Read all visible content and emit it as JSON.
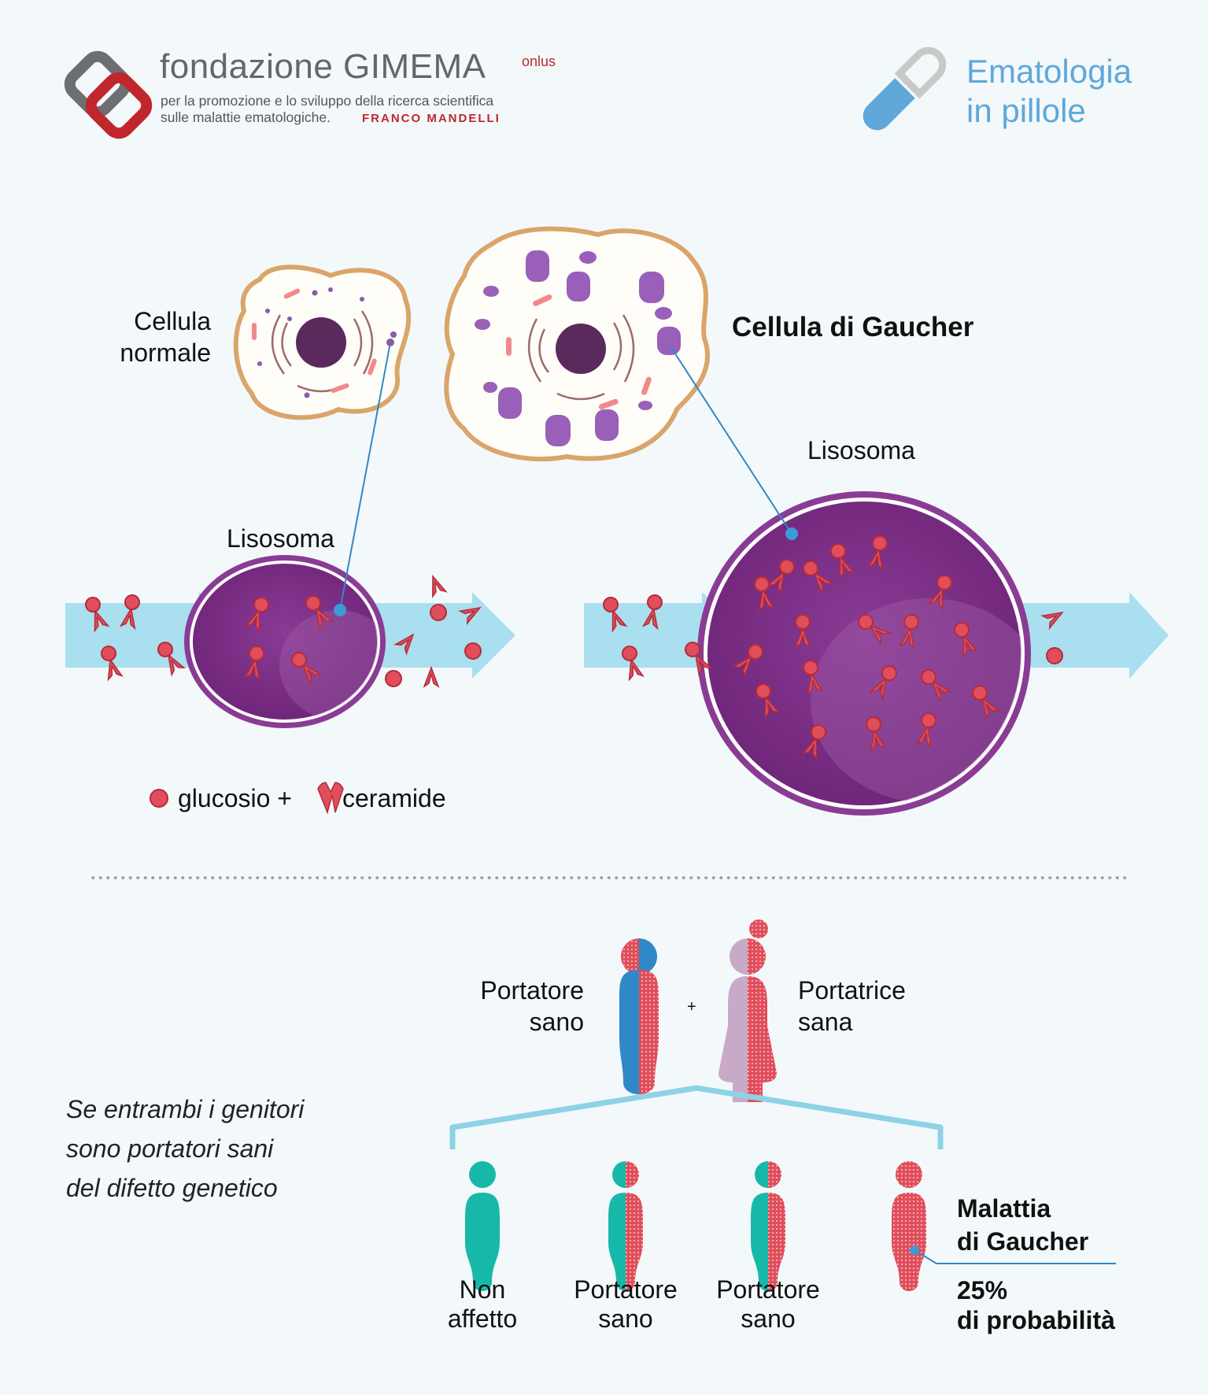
{
  "header": {
    "org_name": "fondazione GIMEMA",
    "org_suffix": "onlus",
    "tagline_line1": "per la promozione e lo sviluppo della ricerca scientifica",
    "tagline_line2": "sulle malattie ematologiche.",
    "tagline_name": "FRANCO MANDELLI",
    "series_line1": "Ematologia",
    "series_line2": "in pillole"
  },
  "cells": {
    "normal_line1": "Cellula",
    "normal_line2": "normale",
    "gaucher": "Cellula di Gaucher",
    "lysosome_small": "Lisosoma",
    "lysosome_large": "Lisosoma"
  },
  "legend": {
    "glucose": "glucosio +",
    "ceramide": "ceramide"
  },
  "inheritance": {
    "father_line1": "Portatore",
    "father_line2": "sano",
    "plus": "+",
    "mother_line1": "Portatrice",
    "mother_line2": "sana",
    "note_line1": "Se entrambi i genitori",
    "note_line2": "sono portatori sani",
    "note_line3": "del difetto genetico",
    "children": [
      {
        "line1": "Non",
        "line2": "affetto"
      },
      {
        "line1": "Portatore",
        "line2": "sano"
      },
      {
        "line1": "Portatore",
        "line2": "sano"
      }
    ],
    "disease_line1": "Malattia",
    "disease_line2": "di Gaucher",
    "probability_line1": "25%",
    "probability_line2": "di probabilità"
  },
  "colors": {
    "brand_red": "#c0272d",
    "pill_blue": "#5ea8da",
    "arrow_blue": "#a9dfef",
    "lysosome_purple": "#7b2a84",
    "teal": "#17b8a9",
    "carrier_blue": "#2f88c8",
    "carrier_pink": "#c8aac8",
    "disease_red": "#e04e5b"
  }
}
